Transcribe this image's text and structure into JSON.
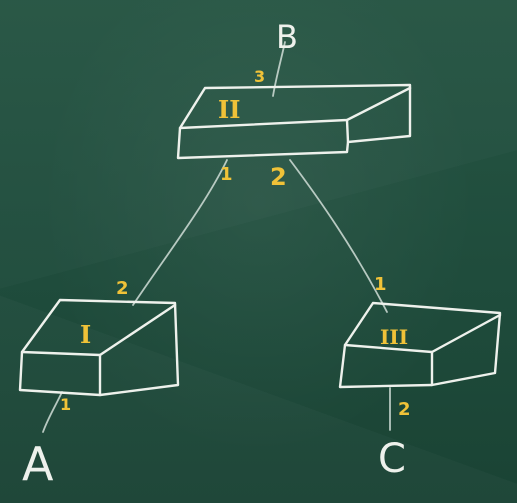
{
  "diagram": {
    "palette": {
      "board": "#1f4a3b",
      "chalk": "#eef1ec",
      "label": "#f0c238"
    },
    "terminals": {
      "a": "A",
      "b": "B",
      "c": "C"
    },
    "blocks": {
      "top": {
        "roman": "II",
        "ports": {
          "p1": "1",
          "p2": "2",
          "p3": "3"
        }
      },
      "left": {
        "roman": "I",
        "ports": {
          "p1": "1",
          "p2": "2"
        }
      },
      "right": {
        "roman": "III",
        "ports": {
          "p1": "1",
          "p2": "2"
        }
      }
    }
  }
}
